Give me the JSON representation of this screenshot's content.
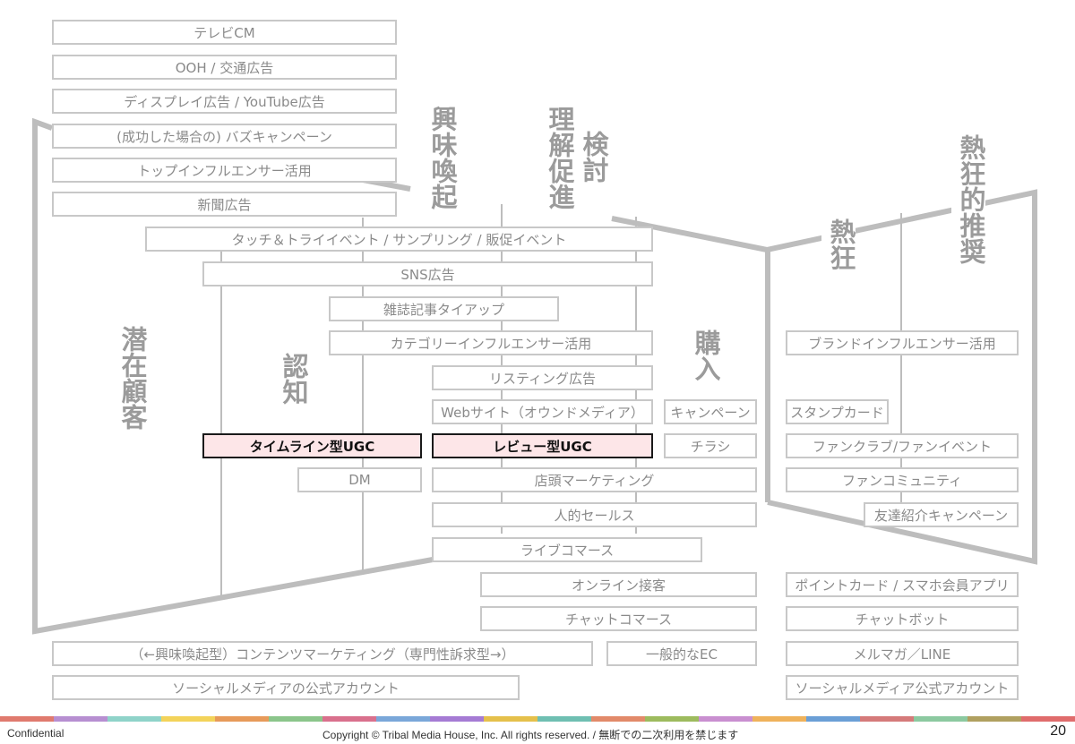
{
  "stages": [
    {
      "id": "senzai",
      "label": "潜在顧客"
    },
    {
      "id": "ninchi",
      "label": "認知"
    },
    {
      "id": "kyomi",
      "label": "興味喚起"
    },
    {
      "id": "rikai",
      "label": "理解促進"
    },
    {
      "id": "kento",
      "label": "検討"
    },
    {
      "id": "konyu",
      "label": "購入"
    },
    {
      "id": "nekkyo",
      "label": "熱狂"
    },
    {
      "id": "suisho",
      "label": "熱狂的推奨"
    }
  ],
  "tactics": [
    {
      "id": "tv-cm",
      "label": "テレビCM",
      "highlight": false
    },
    {
      "id": "ooh",
      "label": "OOH / 交通広告",
      "highlight": false
    },
    {
      "id": "display-ad",
      "label": "ディスプレイ広告 / YouTube広告",
      "highlight": false
    },
    {
      "id": "buzz",
      "label": "(成功した場合の) バズキャンペーン",
      "highlight": false
    },
    {
      "id": "top-influencer",
      "label": "トップインフルエンサー活用",
      "highlight": false
    },
    {
      "id": "newspaper",
      "label": "新聞広告",
      "highlight": false
    },
    {
      "id": "touch-try",
      "label": "タッチ＆トライイベント / サンプリング / 販促イベント",
      "highlight": false
    },
    {
      "id": "sns-ad",
      "label": "SNS広告",
      "highlight": false
    },
    {
      "id": "magazine",
      "label": "雑誌記事タイアップ",
      "highlight": false
    },
    {
      "id": "category-influencer",
      "label": "カテゴリーインフルエンサー活用",
      "highlight": false
    },
    {
      "id": "listing",
      "label": "リスティング広告",
      "highlight": false
    },
    {
      "id": "website",
      "label": "Webサイト（オウンドメディア）",
      "highlight": false
    },
    {
      "id": "timeline-ugc",
      "label": "タイムライン型UGC",
      "highlight": true
    },
    {
      "id": "review-ugc",
      "label": "レビュー型UGC",
      "highlight": true
    },
    {
      "id": "dm",
      "label": "DM",
      "highlight": false
    },
    {
      "id": "store-marketing",
      "label": "店頭マーケティング",
      "highlight": false
    },
    {
      "id": "personal-sales",
      "label": "人的セールス",
      "highlight": false
    },
    {
      "id": "live-commerce",
      "label": "ライブコマース",
      "highlight": false
    },
    {
      "id": "online-service",
      "label": "オンライン接客",
      "highlight": false
    },
    {
      "id": "chat-commerce",
      "label": "チャットコマース",
      "highlight": false
    },
    {
      "id": "content-marketing",
      "label": "（←興味喚起型）コンテンツマーケティング（専門性訴求型→）",
      "highlight": false
    },
    {
      "id": "general-ec",
      "label": "一般的なEC",
      "highlight": false
    },
    {
      "id": "social-account",
      "label": "ソーシャルメディアの公式アカウント",
      "highlight": false
    },
    {
      "id": "campaign",
      "label": "キャンペーン",
      "highlight": false
    },
    {
      "id": "flyer",
      "label": "チラシ",
      "highlight": false
    },
    {
      "id": "brand-influencer",
      "label": "ブランドインフルエンサー活用",
      "highlight": false
    },
    {
      "id": "stamp-card",
      "label": "スタンプカード",
      "highlight": false
    },
    {
      "id": "fanclub",
      "label": "ファンクラブ/ファンイベント",
      "highlight": false
    },
    {
      "id": "fan-community",
      "label": "ファンコミュニティ",
      "highlight": false
    },
    {
      "id": "referral",
      "label": "友達紹介キャンペーン",
      "highlight": false
    },
    {
      "id": "point-card",
      "label": "ポイントカード / スマホ会員アプリ",
      "highlight": false
    },
    {
      "id": "chatbot",
      "label": "チャットボット",
      "highlight": false
    },
    {
      "id": "mailmag",
      "label": "メルマガ／LINE",
      "highlight": false
    },
    {
      "id": "social-account-2",
      "label": "ソーシャルメディア公式アカウント",
      "highlight": false
    }
  ],
  "footer": {
    "left": "Confidential",
    "center": "Copyright © Tribal Media House, Inc. All rights reserved. / 無断での二次利用を禁じます",
    "page": "20",
    "colors": [
      "#e07a6e",
      "#b78fd1",
      "#8fd3c9",
      "#f3d35a",
      "#e79a5a",
      "#8bc58b",
      "#d9708d",
      "#7aa7d9",
      "#a57bd4",
      "#e5c04b",
      "#6fbfb2",
      "#e28a6a",
      "#9dbb5e",
      "#c98fd0",
      "#efb25b",
      "#6b9fd6",
      "#d57a7a",
      "#8cc9a0",
      "#b0a060",
      "#e06c6c"
    ]
  }
}
